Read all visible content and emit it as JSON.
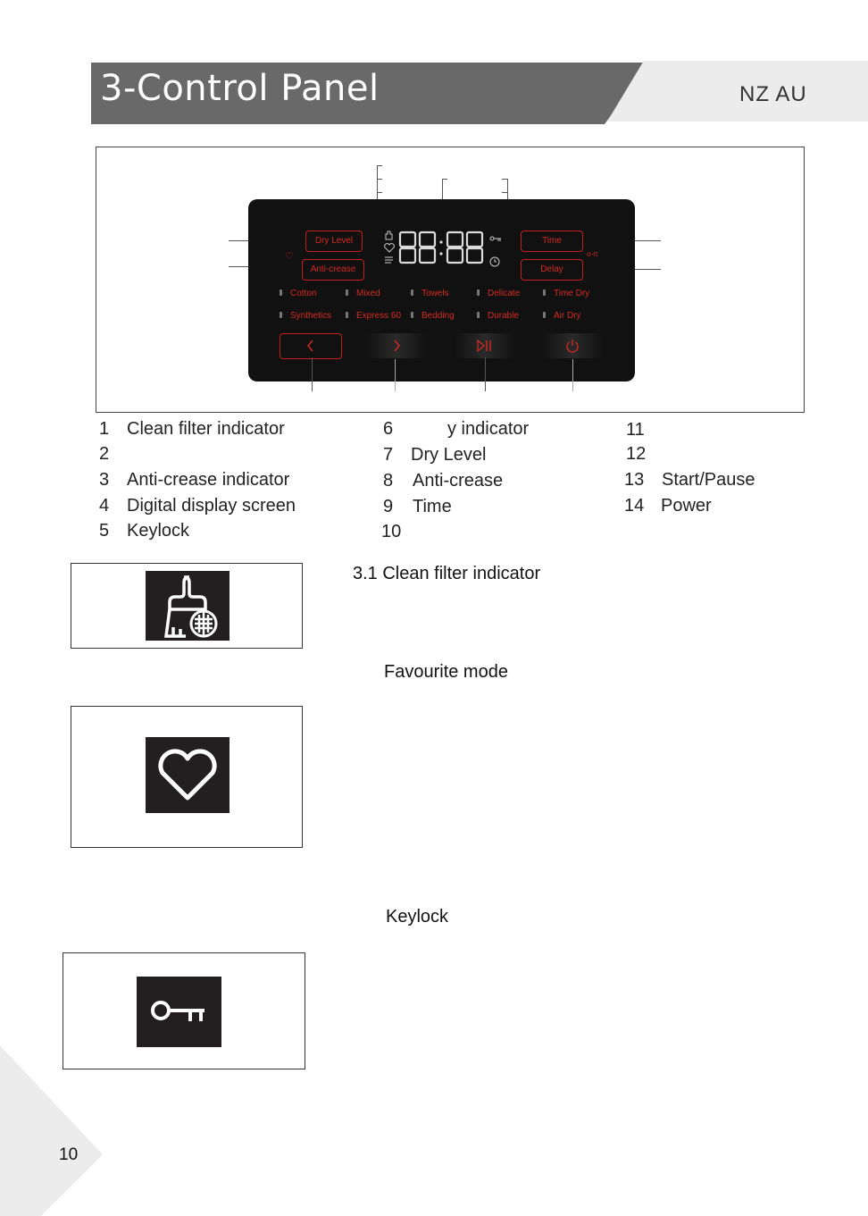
{
  "header": {
    "title": "3-Control Panel",
    "region": "NZ  AU"
  },
  "panel": {
    "buttons": {
      "dry_level": "Dry Level",
      "anti_crease": "Anti-crease",
      "time": "Time",
      "delay": "Delay"
    },
    "lcd_text": "88:88",
    "programs_row1": [
      "Cotton",
      "Mixed",
      "Towels",
      "Delicate",
      "Time Dry"
    ],
    "programs_row2": [
      "Synthetics",
      "Express 60",
      "Bedding",
      "Durable",
      "Air Dry"
    ],
    "icons": {
      "accent": "#d42a22",
      "panel_bg": "#111111"
    }
  },
  "legend": {
    "col1": [
      {
        "num": "1",
        "label": "Clean filter indicator"
      },
      {
        "num": "2",
        "label": ""
      },
      {
        "num": "3",
        "label": "Anti-crease indicator"
      },
      {
        "num": "4",
        "label": "Digital display screen"
      },
      {
        "num": "5",
        "label": "Keylock"
      }
    ],
    "col2": [
      {
        "num": "6",
        "label": "y indicator"
      },
      {
        "num": "7",
        "label": "Dry Level"
      },
      {
        "num": "8",
        "label": "Anti-crease"
      },
      {
        "num": "9",
        "label": "Time"
      },
      {
        "num": "10",
        "label": ""
      }
    ],
    "col3": [
      {
        "num": "11",
        "label": ""
      },
      {
        "num": "12",
        "label": ""
      },
      {
        "num": "13",
        "label": "Start/Pause"
      },
      {
        "num": "14",
        "label": "Power"
      }
    ]
  },
  "sections": {
    "clean_filter": "3.1  Clean filter indicator",
    "favourite": "Favourite mode",
    "keylock": "Keylock"
  },
  "page_number": "10"
}
